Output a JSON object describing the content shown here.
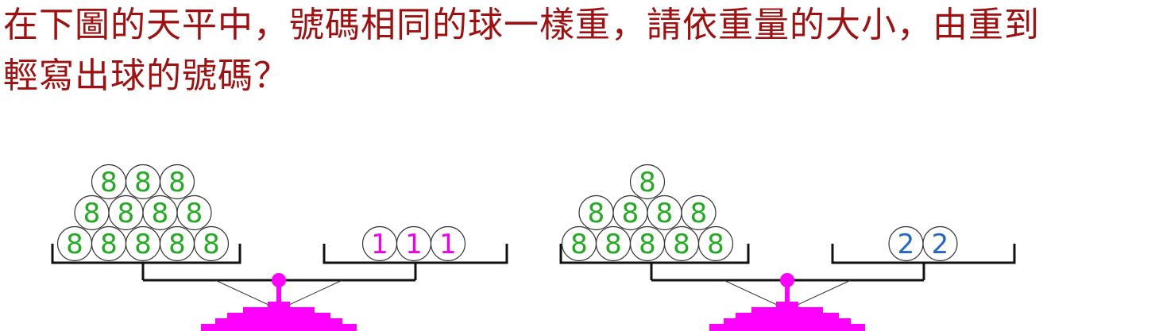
{
  "question": {
    "line1": "在下圖的天平中，號碼相同的球一樣重，請依重量的大小，由重到",
    "line2": "輕寫出球的號碼？"
  },
  "colors": {
    "question_text": "#a01010",
    "scale_base": "#ff00ff",
    "ball_8": "#22aa22",
    "ball_1": "#ee00ee",
    "ball_2": "#2266cc"
  },
  "scales": [
    {
      "left_pan": {
        "ball_label": "8",
        "ball_count": 12,
        "rows": [
          5,
          4,
          3
        ]
      },
      "right_pan": {
        "ball_label": "1",
        "ball_count": 3,
        "rows": [
          3
        ]
      }
    },
    {
      "left_pan": {
        "ball_label": "8",
        "ball_count": 10,
        "rows": [
          5,
          4,
          1
        ]
      },
      "right_pan": {
        "ball_label": "2",
        "ball_count": 2,
        "rows": [
          2
        ]
      }
    }
  ]
}
